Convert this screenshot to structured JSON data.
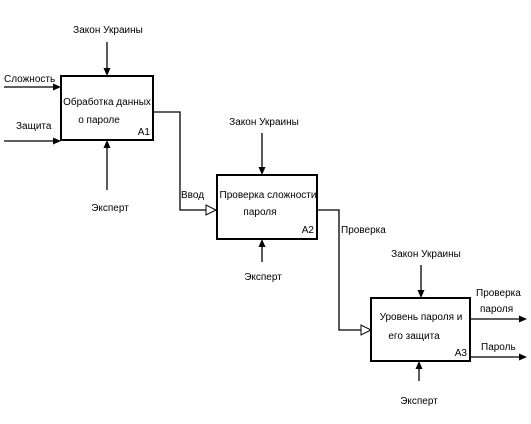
{
  "blocks": [
    {
      "title_line1": "Обработка данных",
      "title_line2": "о пароле",
      "node_id": "A1",
      "control": "Закон Украины",
      "mechanism": "Эксперт"
    },
    {
      "title_line1": "Проверка сложности",
      "title_line2": "пароля",
      "node_id": "A2",
      "control": "Закон Украины",
      "mechanism": "Эксперт"
    },
    {
      "title_line1": "Уровень пароля и",
      "title_line2": "его защита",
      "node_id": "A3",
      "control": "Закон Украины",
      "mechanism": "Эксперт"
    }
  ],
  "inputs": {
    "complexity": "Сложность",
    "protection": "Защита"
  },
  "flows": {
    "a1_to_a2": "Ввод",
    "a2_to_a3": "Проверка"
  },
  "outputs": {
    "check_line1": "Проверка",
    "check_line2": "пароля",
    "password": "Пароль"
  }
}
